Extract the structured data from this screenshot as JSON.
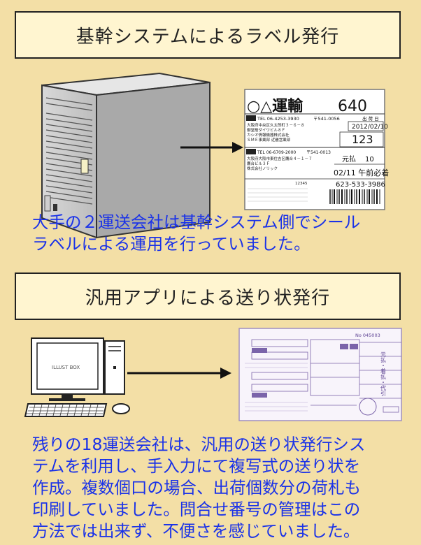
{
  "section1": {
    "title": "基幹システムによるラベル発行",
    "desc_lines": [
      "大手の２運送会社は基幹システム側でシール",
      "ラベルによる運用を行っていました。"
    ]
  },
  "label": {
    "company": "○△運輸",
    "number": "640",
    "tel1": "TEL 06-4253-3930",
    "zip1": "〒541-0056",
    "date_hdr": "出 荷 日",
    "date": "2012/02/10",
    "sender_lines": [
      "大阪府中央区久太郎町３－６－８",
      "御堂筋ダイワビル８Ｆ",
      "カシオ情報機器株式会社",
      "ＳＭＥ事業部 近畿営業部"
    ],
    "qty": "123",
    "tel2": "TEL 06-6709-2000",
    "zip2": "〒541-0013",
    "recipient_lines": [
      "大阪府大阪市東住吉区鷹合４－１－７",
      "鷹合ビル３Ｆ",
      "株式会社ノリック"
    ],
    "fare": "元払",
    "weight": "10",
    "delivery": "02/11 午前必着",
    "code": "623-533-3986",
    "small": "12345"
  },
  "pc": {
    "screen_text": "ILLUST BOX"
  },
  "slip": {
    "number": "No 045003",
    "fare": "元払・着払・代引"
  },
  "section2": {
    "title": "汎用アプリによる送り状発行",
    "desc_lines": [
      "残りの18運送会社は、汎用の送り状発行シス",
      "テムを利用し、手入力にて複写式の送り状を",
      "作成。複数個口の場合、出荷個数分の荷札も",
      "印刷していました。問合せ番号の管理はこの",
      "方法では出来ず、不便さを感じていました。"
    ]
  }
}
